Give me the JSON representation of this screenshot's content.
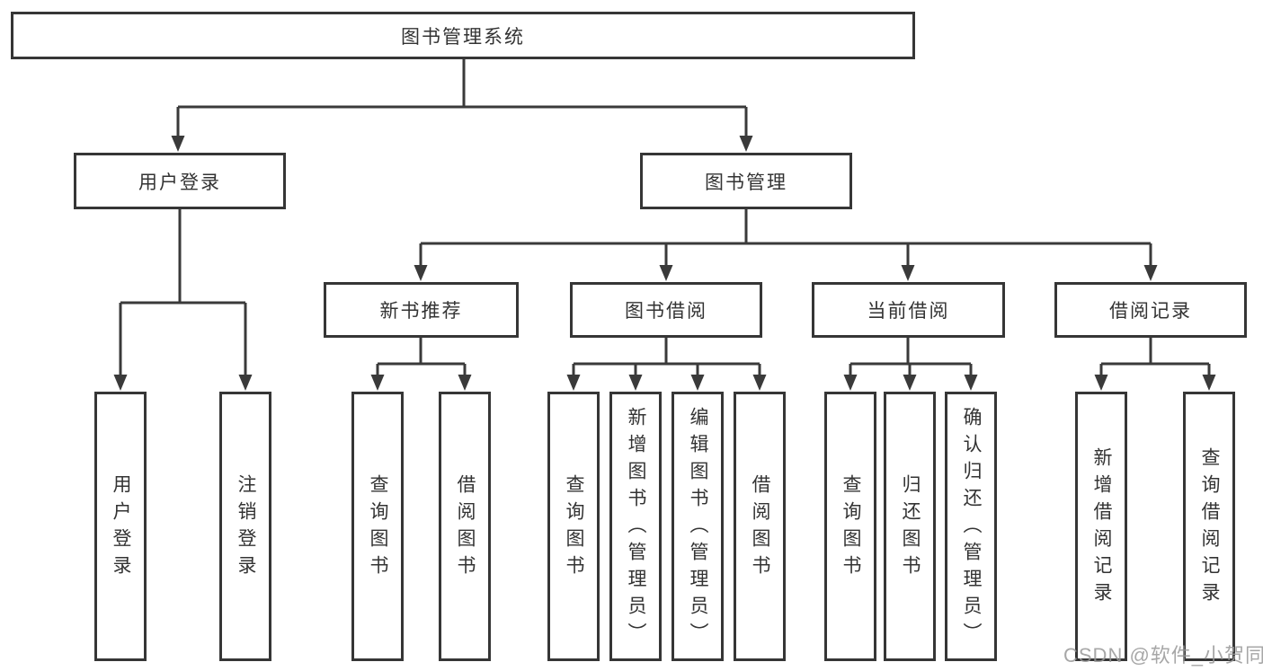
{
  "diagram": {
    "root": {
      "label": "图书管理系统"
    },
    "level2": [
      {
        "label": "用户登录"
      },
      {
        "label": "图书管理"
      }
    ],
    "level3": [
      {
        "label": "新书推荐"
      },
      {
        "label": "图书借阅"
      },
      {
        "label": "当前借阅"
      },
      {
        "label": "借阅记录"
      }
    ],
    "leaves": {
      "user_login_group": [
        {
          "label": "用户登录"
        },
        {
          "label": "注销登录"
        }
      ],
      "new_book_group": [
        {
          "label": "查询图书"
        },
        {
          "label": "借阅图书"
        }
      ],
      "borrow_group": [
        {
          "label": "查询图书"
        },
        {
          "label": "新增图书（管理员）"
        },
        {
          "label": "编辑图书（管理员）"
        },
        {
          "label": "借阅图书"
        }
      ],
      "current_group": [
        {
          "label": "查询图书"
        },
        {
          "label": "归还图书"
        },
        {
          "label": "确认归还（管理员）"
        }
      ],
      "record_group": [
        {
          "label": "新增借阅记录"
        },
        {
          "label": "查询借阅记录"
        }
      ]
    }
  },
  "watermark": {
    "text": "CSDN @软件_小贺同学"
  },
  "colors": {
    "border": "#363636",
    "text": "#333333",
    "connector": "#3a3a3a",
    "background": "#ffffff",
    "watermark": "#989898"
  }
}
